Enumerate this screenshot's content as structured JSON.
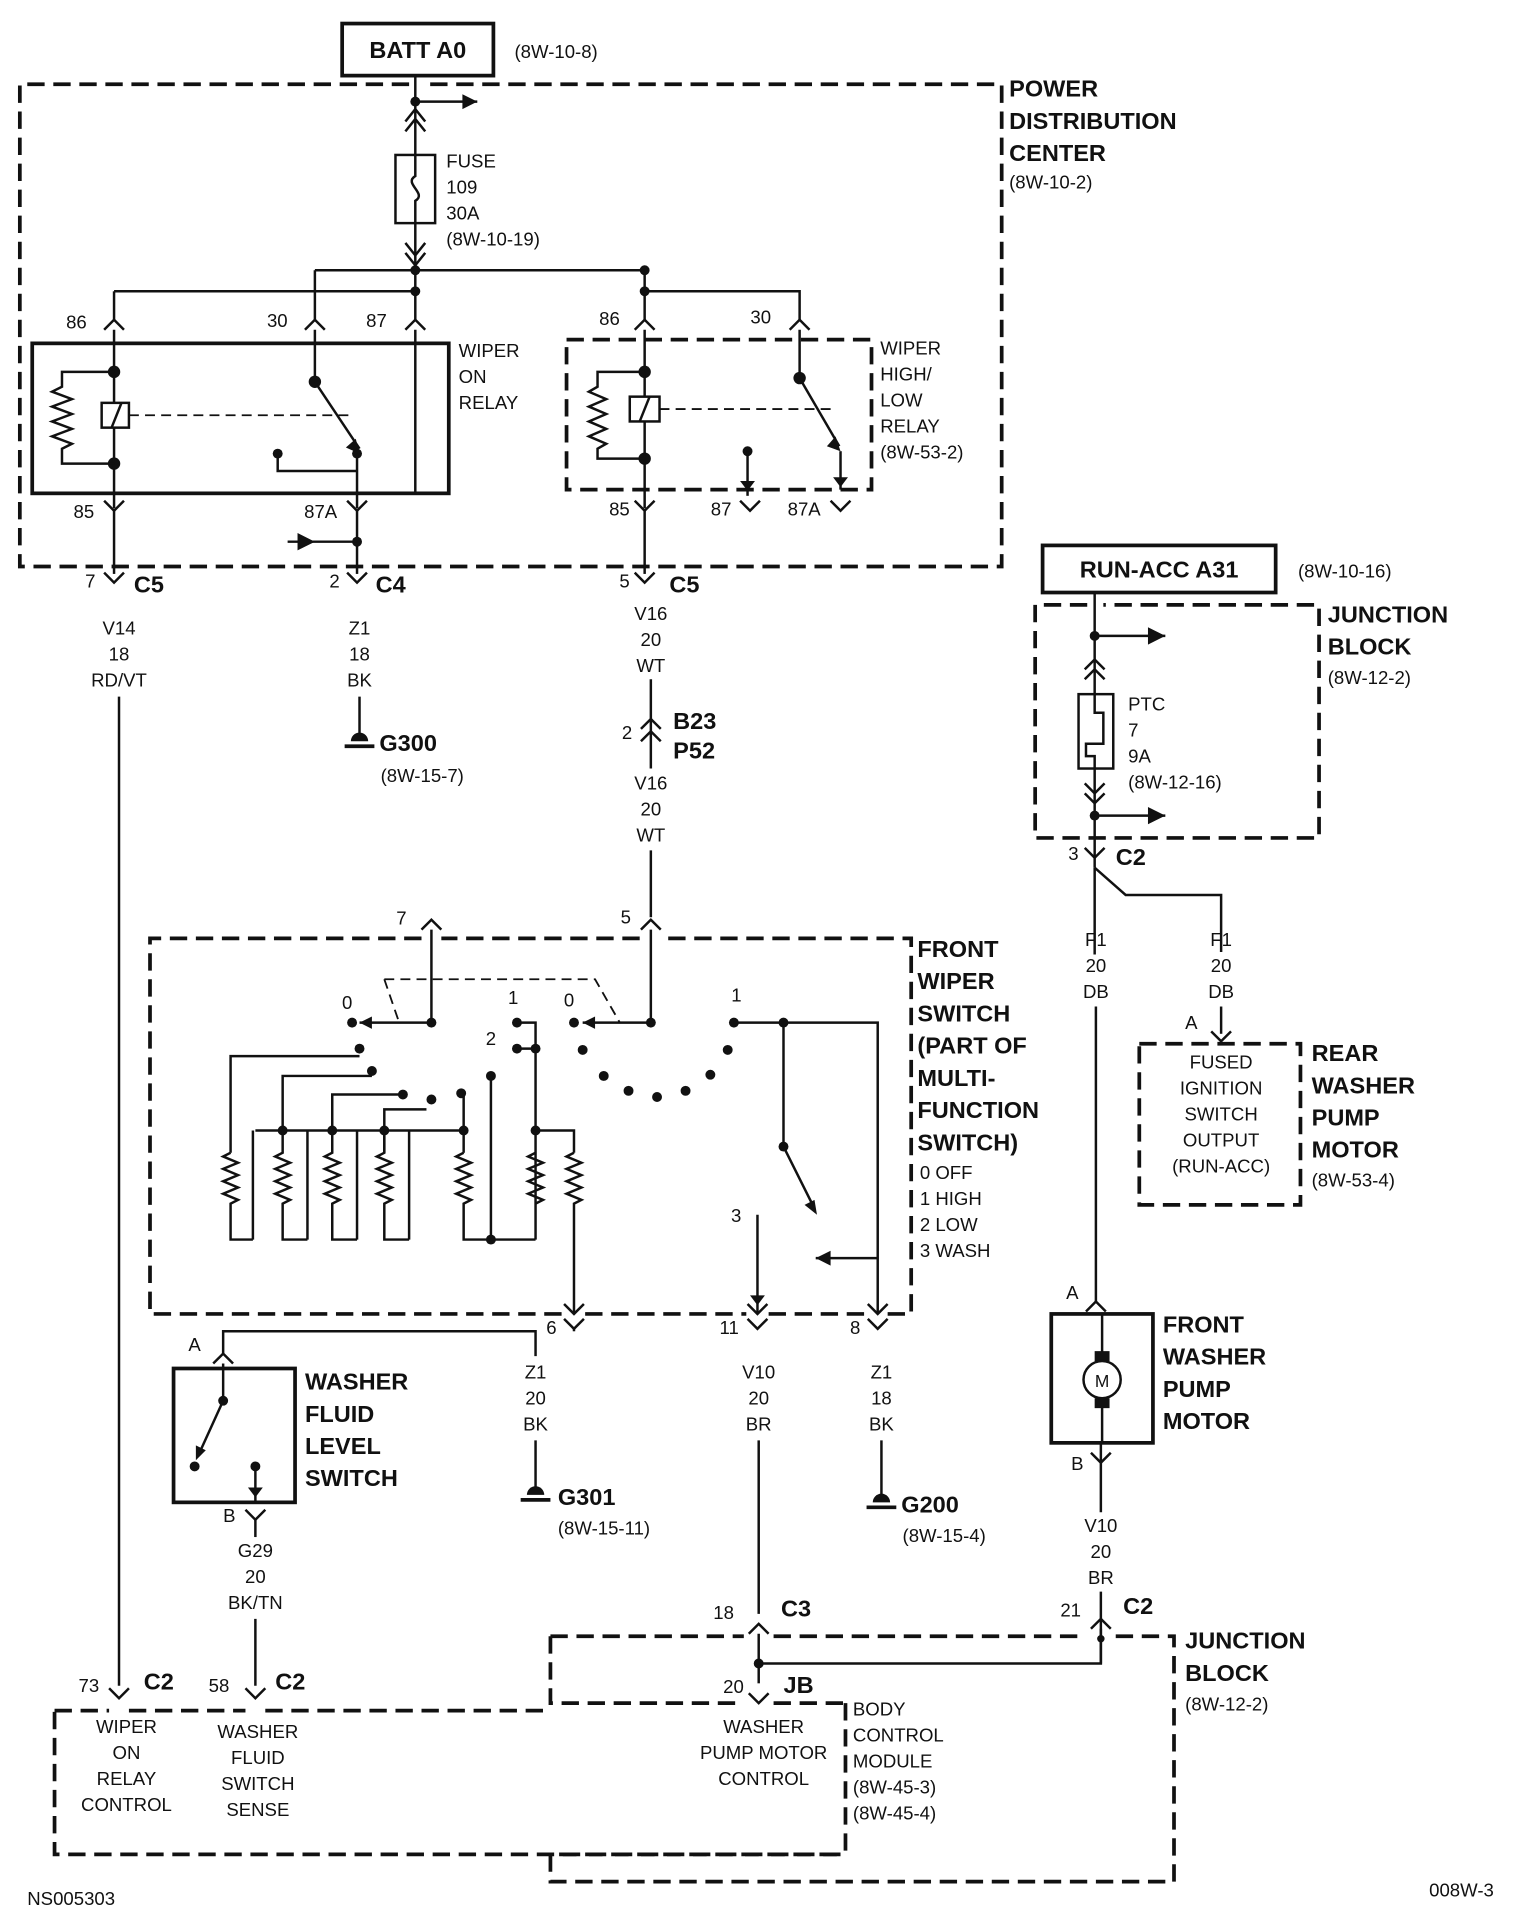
{
  "sources": {
    "batt": {
      "label": "BATT A0",
      "ref": "(8W-10-8)"
    },
    "runacc": {
      "label": "RUN-ACC A31",
      "ref": "(8W-10-16)"
    }
  },
  "pdc": {
    "line1": "POWER",
    "line2": "DISTRIBUTION",
    "line3": "CENTER",
    "ref": "(8W-10-2)"
  },
  "fuse": {
    "l1": "FUSE",
    "l2": "109",
    "l3": "30A",
    "ref": "(8W-10-19)"
  },
  "wiper_on_relay": {
    "l1": "WIPER",
    "l2": "ON",
    "l3": "RELAY",
    "pins": [
      "86",
      "30",
      "87",
      "85",
      "87A"
    ]
  },
  "wiper_hl_relay": {
    "l1": "WIPER",
    "l2": "HIGH/",
    "l3": "LOW",
    "l4": "RELAY",
    "ref": "(8W-53-2)",
    "pins": [
      "86",
      "30",
      "85",
      "87",
      "87A"
    ]
  },
  "jb_top": {
    "l1": "JUNCTION",
    "l2": "BLOCK",
    "ref": "(8W-12-2)"
  },
  "ptc": {
    "l1": "PTC",
    "l2": "7",
    "l3": "9A",
    "ref": "(8W-12-16)"
  },
  "connectors": {
    "c5a": {
      "pin": "7",
      "name": "C5"
    },
    "c4": {
      "pin": "2",
      "name": "C4"
    },
    "c5b": {
      "pin": "5",
      "name": "C5"
    },
    "c2top": {
      "pin": "3",
      "name": "C2"
    },
    "b23": {
      "pin": "2",
      "name1": "B23",
      "name2": "P52"
    },
    "c3": {
      "pin": "18",
      "name": "C3"
    },
    "c2jb": {
      "pin": "21",
      "name": "C2"
    },
    "jb20": {
      "pin": "20",
      "name": "JB"
    },
    "c2_73": {
      "pin": "73",
      "name": "C2"
    },
    "c2_58": {
      "pin": "58",
      "name": "C2"
    }
  },
  "wires": {
    "v14": {
      "circuit": "V14",
      "gauge": "18",
      "color": "RD/VT"
    },
    "z1a": {
      "circuit": "Z1",
      "gauge": "18",
      "color": "BK"
    },
    "v16a": {
      "circuit": "V16",
      "gauge": "20",
      "color": "WT"
    },
    "v16b": {
      "circuit": "V16",
      "gauge": "20",
      "color": "WT"
    },
    "f1a": {
      "circuit": "F1",
      "gauge": "20",
      "color": "DB"
    },
    "f1b": {
      "circuit": "F1",
      "gauge": "20",
      "color": "DB"
    },
    "z1b": {
      "circuit": "Z1",
      "gauge": "20",
      "color": "BK"
    },
    "v10a": {
      "circuit": "V10",
      "gauge": "20",
      "color": "BR"
    },
    "z1c": {
      "circuit": "Z1",
      "gauge": "18",
      "color": "BK"
    },
    "g29": {
      "circuit": "G29",
      "gauge": "20",
      "color": "BK/TN"
    },
    "v10b": {
      "circuit": "V10",
      "gauge": "20",
      "color": "BR"
    }
  },
  "grounds": {
    "g300": {
      "name": "G300",
      "ref": "(8W-15-7)"
    },
    "g301": {
      "name": "G301",
      "ref": "(8W-15-11)"
    },
    "g200": {
      "name": "G200",
      "ref": "(8W-15-4)"
    }
  },
  "front_wiper_switch": {
    "l1": "FRONT",
    "l2": "WIPER",
    "l3": "SWITCH",
    "l4": "(PART OF",
    "l5": "MULTI-",
    "l6": "FUNCTION",
    "l7": "SWITCH)",
    "legend": [
      "0 OFF",
      "1 HIGH",
      "2 LOW",
      "3 WASH"
    ],
    "pins": [
      "7",
      "5",
      "6",
      "11",
      "8",
      "3"
    ],
    "positions": [
      "0",
      "1",
      "2",
      "0",
      "1"
    ]
  },
  "rear_washer": {
    "box": [
      "FUSED",
      "IGNITION",
      "SWITCH",
      "OUTPUT",
      "(RUN-ACC)"
    ],
    "pin": "A",
    "title": [
      "REAR",
      "WASHER",
      "PUMP",
      "MOTOR"
    ],
    "ref": "(8W-53-4)"
  },
  "front_washer": {
    "title": [
      "FRONT",
      "WASHER",
      "PUMP",
      "MOTOR"
    ],
    "pinA": "A",
    "pinB": "B",
    "motor": "M"
  },
  "washer_level": {
    "title": [
      "WASHER",
      "FLUID",
      "LEVEL",
      "SWITCH"
    ],
    "pinA": "A",
    "pinB": "B"
  },
  "jb_bottom": {
    "l1": "JUNCTION",
    "l2": "BLOCK",
    "ref": "(8W-12-2)"
  },
  "bcm": {
    "title": [
      "BODY",
      "CONTROL",
      "MODULE"
    ],
    "refs": [
      "(8W-45-3)",
      "(8W-45-4)"
    ],
    "wiper_on": [
      "WIPER",
      "ON",
      "RELAY",
      "CONTROL"
    ],
    "washer_sense": [
      "WASHER",
      "FLUID",
      "SWITCH",
      "SENSE"
    ],
    "pump_ctrl": [
      "WASHER",
      "PUMP MOTOR",
      "CONTROL"
    ]
  },
  "footer": {
    "left": "NS005303",
    "right": "008W-3"
  }
}
